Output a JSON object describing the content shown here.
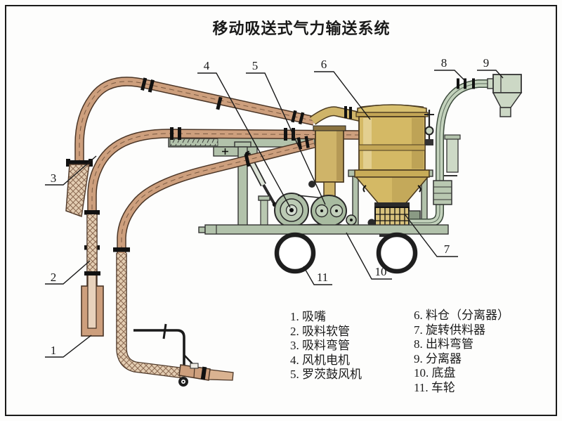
{
  "title": "移动吸送式气力输送系统",
  "legend": {
    "left": [
      "1. 吸嘴",
      "2. 吸料软管",
      "3. 吸料弯管",
      "4. 风机电机",
      "5. 罗茨鼓风机"
    ],
    "right": [
      "6. 料仓（分离器）",
      "7. 旋转供料器",
      "8. 出料弯管",
      "9. 分离器",
      "10. 底盘",
      "11. 车轮"
    ]
  },
  "callouts": {
    "c1": "1",
    "c2": "2",
    "c3": "3",
    "c4": "4",
    "c5": "5",
    "c6": "6",
    "c7": "7",
    "c8": "8",
    "c9": "9",
    "c10": "10",
    "c11": "11"
  },
  "colors": {
    "pipe_tan": "#cd9f7d",
    "pipe_outline": "#4a3526",
    "hose_tan": "#e3cdb2",
    "tank_yellow": "#d4b965",
    "vessel_yellow": "#cfb469",
    "band_yellow": "#c3a656",
    "machine_green": "#b2c2ab",
    "pipe_green": "#c3d2bc",
    "line_black": "#1a1a1a",
    "background": "#fdfdfc"
  }
}
